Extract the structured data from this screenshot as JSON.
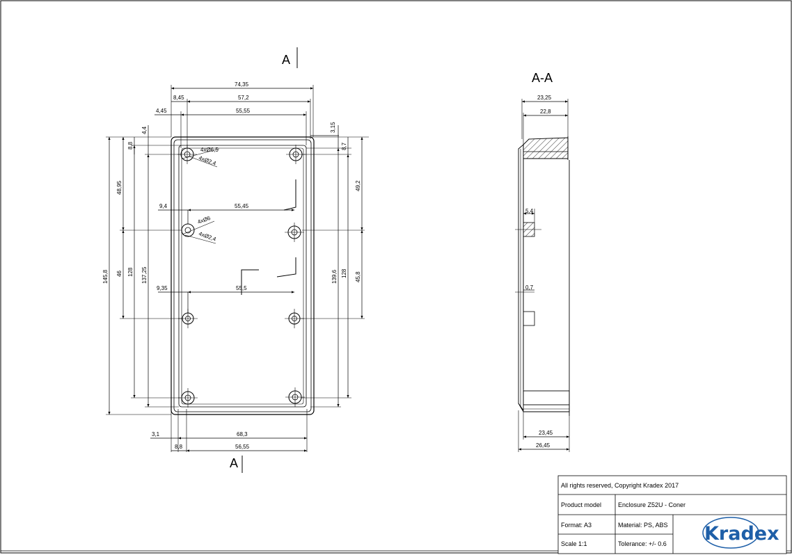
{
  "section_marks": {
    "top": "A",
    "bottom": "A",
    "view_title": "A-A"
  },
  "front_view": {
    "top_dims": {
      "overall": "74,35",
      "inner_1": "57,2",
      "inner_2": "55,55",
      "left_1": "8,45",
      "left_2": "4,45",
      "right_1": "3,15"
    },
    "left_dims": {
      "total": "145,8",
      "upper": "48,95",
      "d46": "46",
      "d128": "128",
      "d137": "137,25",
      "d44": "4,4",
      "d88": "8,8"
    },
    "right_dims": {
      "d139": "139,6",
      "d128": "128",
      "d458": "45,8",
      "d492": "49,2",
      "d87": "8,7"
    },
    "middle_dims": {
      "row1_left": "9,4",
      "row1_span": "55,45",
      "row2_left": "9,35",
      "row2_span": "55,5"
    },
    "hole_callouts": {
      "a": "4xØ6,5",
      "b": "4xØ2,4",
      "c": "4xØ6",
      "d": "4xØ2,4"
    },
    "bottom_dims": {
      "d31": "3,1",
      "d683": "68,3",
      "d88": "8,8",
      "d5655": "56,55"
    }
  },
  "section_view": {
    "top_dims": {
      "outer": "23,25",
      "inner": "22,8"
    },
    "side_dims": {
      "d54": "5,4",
      "d07": "0,7"
    },
    "bottom_dims": {
      "inner": "23,45",
      "outer": "26,45"
    }
  },
  "title_block": {
    "copyright": "All rights reserved, Copyright Kradex 2017",
    "product_label": "Product model",
    "product_value": "Enclosure Z52U - Coner",
    "format": "Format: A3",
    "material": "Material: PS, ABS",
    "scale": "Scale 1:1",
    "tolerance": "Tolerance: +/- 0.6",
    "logo_text": "Kradex"
  }
}
